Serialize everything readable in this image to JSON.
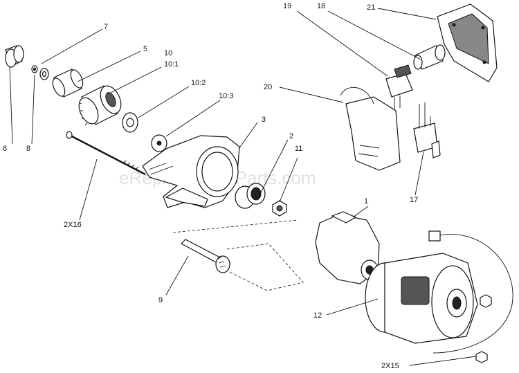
{
  "diagram": {
    "watermark": "eReplacementParts.com",
    "callouts": {
      "c1": "1",
      "c2": "2",
      "c3": "3",
      "c5": "5",
      "c6": "6",
      "c7": "7",
      "c8": "8",
      "c9": "9",
      "c10": "10",
      "c10_1": "10:1",
      "c10_2": "10:2",
      "c10_3": "10:3",
      "c11": "11",
      "c12": "12",
      "c17": "17",
      "c18": "18",
      "c19": "19",
      "c20": "20",
      "c21": "21",
      "c2x15": "2X15",
      "c2x16": "2X16"
    }
  }
}
